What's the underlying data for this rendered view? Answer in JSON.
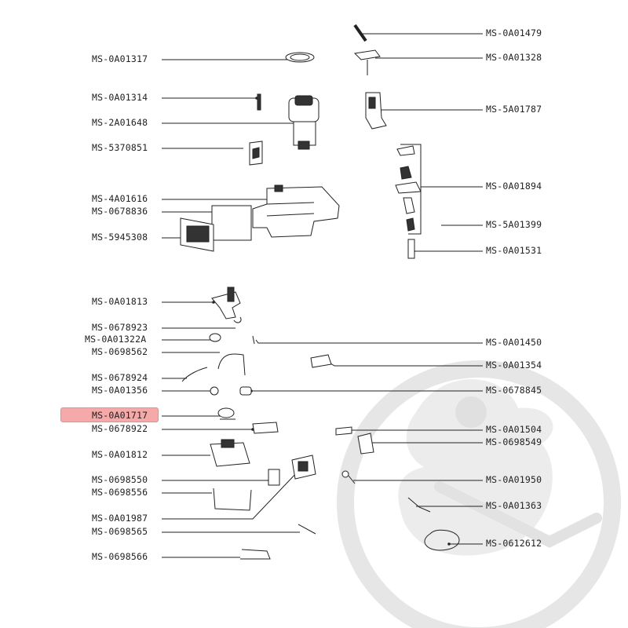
{
  "diagram": {
    "highlight_color": "#f6a9a9",
    "watermark_color": "#e6e6e6",
    "parts_left": [
      {
        "id": "MS-0A01317"
      },
      {
        "id": "MS-0A01314"
      },
      {
        "id": "MS-2A01648"
      },
      {
        "id": "MS-5370851"
      },
      {
        "id": "MS-4A01616"
      },
      {
        "id": "MS-0678836"
      },
      {
        "id": "MS-5945308"
      },
      {
        "id": "MS-0A01813"
      },
      {
        "id": "MS-0678923"
      },
      {
        "id": "MS-0A01322A"
      },
      {
        "id": "MS-0698562"
      },
      {
        "id": "MS-0678924"
      },
      {
        "id": "MS-0A01356"
      },
      {
        "id": "MS-0A01717"
      },
      {
        "id": "MS-0678922"
      },
      {
        "id": "MS-0A01812"
      },
      {
        "id": "MS-0698550"
      },
      {
        "id": "MS-0698556"
      },
      {
        "id": "MS-0A01987"
      },
      {
        "id": "MS-0698565"
      },
      {
        "id": "MS-0698566"
      }
    ],
    "parts_right": [
      {
        "id": "MS-0A01479"
      },
      {
        "id": "MS-0A01328"
      },
      {
        "id": "MS-5A01787"
      },
      {
        "id": "MS-0A01894"
      },
      {
        "id": "MS-5A01399"
      },
      {
        "id": "MS-0A01531"
      },
      {
        "id": "MS-0A01450"
      },
      {
        "id": "MS-0A01354"
      },
      {
        "id": "MS-0678845"
      },
      {
        "id": "MS-0A01504"
      },
      {
        "id": "MS-0698549"
      },
      {
        "id": "MS-0A01950"
      },
      {
        "id": "MS-0A01363"
      },
      {
        "id": "MS-0612612"
      }
    ],
    "highlighted_part": "MS-0A01717"
  }
}
